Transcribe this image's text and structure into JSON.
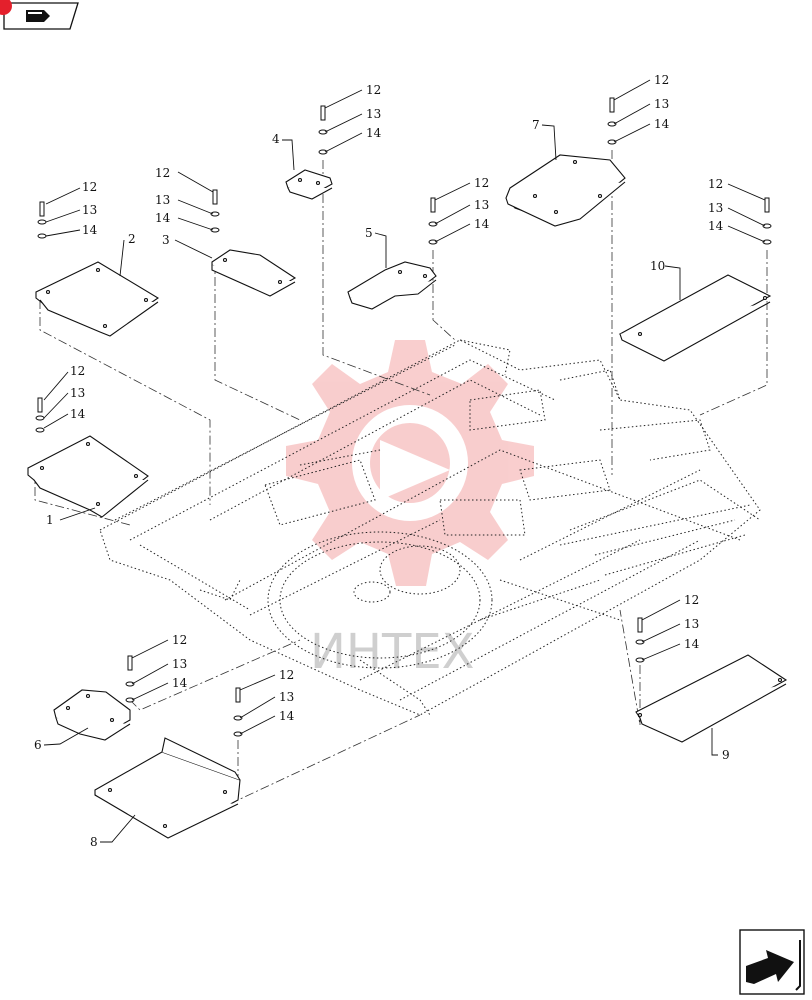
{
  "header": {
    "icon": "book-icon",
    "marker_color": "#e4202c"
  },
  "watermark": {
    "text": "ИНТЕХ",
    "color": "#f4a6a6"
  },
  "footer": {
    "icon": "next-page-arrow-icon"
  },
  "callouts": {
    "c1": "1",
    "c2": "2",
    "c3": "3",
    "c4": "4",
    "c5": "5",
    "c6": "6",
    "c7": "7",
    "c8": "8",
    "c9": "9",
    "c10": "10",
    "n12": "12",
    "n13": "13",
    "n14": "14"
  }
}
